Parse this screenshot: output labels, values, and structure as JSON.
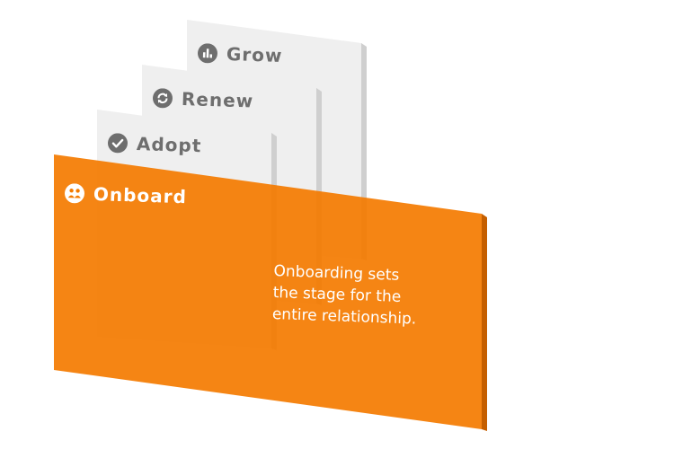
{
  "stages": [
    {
      "label": "Grow",
      "icon": "bar-chart-icon"
    },
    {
      "label": "Renew",
      "icon": "refresh-icon"
    },
    {
      "label": "Adopt",
      "icon": "checkmark-icon"
    },
    {
      "label": "Onboard",
      "icon": "people-icon",
      "active": true
    }
  ],
  "description_lines": [
    "Onboarding sets",
    "the stage for the",
    "entire relationship."
  ],
  "colors": {
    "active": "#f47b00",
    "active_edge": "#c55f00",
    "inactive_card": "#efefef",
    "inactive_edge": "#cfcfcf",
    "inactive_text": "#6e6e6e",
    "icon_bg": "#6e6e6e"
  }
}
